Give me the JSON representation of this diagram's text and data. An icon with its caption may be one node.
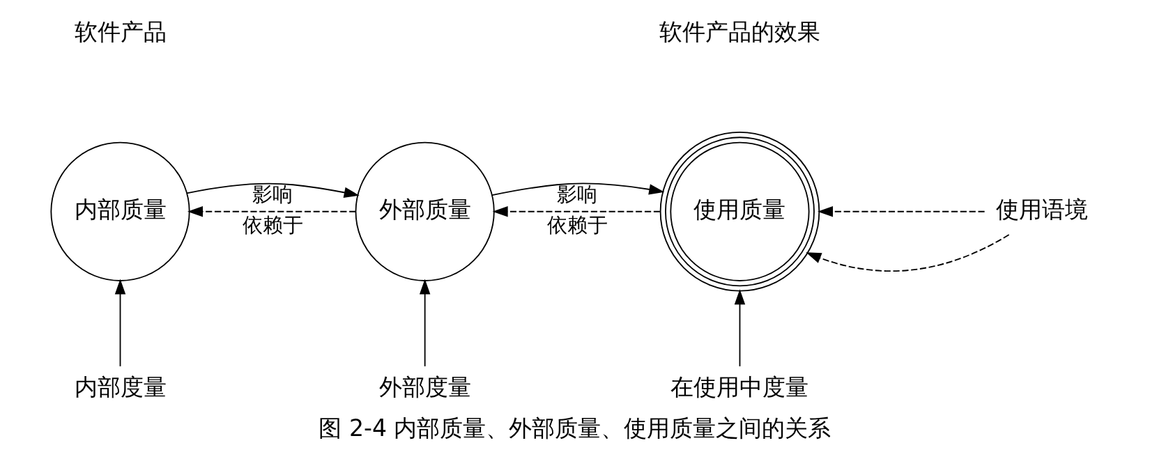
{
  "diagram": {
    "caption": "图 2-4 内部质量、外部质量、使用质量之间的关系",
    "nodes": [
      {
        "text": [
          "内部质量"
        ]
      },
      {
        "text": [
          "外部质量"
        ]
      },
      {
        "text": [
          "使用质量"
        ]
      },
      {
        "text": [
          "使用语境"
        ]
      },
      {
        "text": [
          "内部度量"
        ]
      },
      {
        "text": [
          "外部度量"
        ]
      },
      {
        "text": [
          "在使用中度量"
        ]
      }
    ],
    "edges": [
      {
        "from": 0,
        "to": 1,
        "arrow": "to",
        "label": "影响"
      },
      {
        "from": 1,
        "to": 0,
        "arrow": "to",
        "label": "依赖于",
        "style": "dashed"
      },
      {
        "from": 1,
        "to": 2,
        "arrow": "to",
        "label": "影响"
      },
      {
        "from": 2,
        "to": 1,
        "arrow": "to",
        "label": "依赖于",
        "style": "dashed"
      },
      {
        "from": 3,
        "to": 2,
        "arrow": "to",
        "style": "dashed"
      },
      {
        "from": 3,
        "to": 2,
        "arrow": "to",
        "style": "dashed"
      },
      {
        "from": 4,
        "to": 0,
        "arrow": "to"
      },
      {
        "from": 5,
        "to": 1,
        "arrow": "to"
      },
      {
        "from": 6,
        "to": 2,
        "arrow": "to"
      }
    ],
    "labels": [
      "软件产品",
      "软件产品的效果"
    ]
  }
}
